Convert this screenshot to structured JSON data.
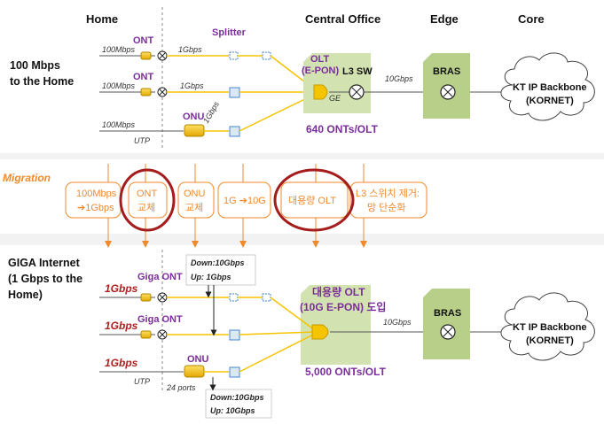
{
  "headers": {
    "home": "Home",
    "central_office": "Central Office",
    "edge": "Edge",
    "core": "Core"
  },
  "top": {
    "side_label_1": "100 Mbps",
    "side_label_2": "to the Home",
    "speed_100": "100Mbps",
    "speed_1g": "1Gbps",
    "speed_10g": "10Gbps",
    "ont": "ONT",
    "onu": "ONU",
    "utp": "UTP",
    "splitter": "Splitter",
    "olt_1": "OLT",
    "olt_2": "(E-PON)",
    "l3sw": "L3 SW",
    "ge": "GE",
    "bras": "BRAS",
    "count": "640 ONTs/OLT",
    "cloud_1": "KT IP Backbone",
    "cloud_2": "(KORNET)"
  },
  "migration": {
    "label": "Migration",
    "boxes": [
      {
        "line1": "100Mbps",
        "line2": "➔1Gbps"
      },
      {
        "line1": "ONT",
        "line2": "교체"
      },
      {
        "line1": "ONU",
        "line2": "교체"
      },
      {
        "line1": "1G ➔10G",
        "line2": ""
      },
      {
        "line1": "대용량 OLT",
        "line2": ""
      },
      {
        "line1": "L3 스위치 제거:",
        "line2": "망 단순화"
      }
    ],
    "colors": {
      "orange": "#f0892a",
      "red_circle": "#a51c1c"
    }
  },
  "bottom": {
    "side_label_1": "GIGA Internet",
    "side_label_2": "(1 Gbps to the",
    "side_label_3": "Home)",
    "speed_1g": "1Gbps",
    "giga_ont": "Giga ONT",
    "onu": "ONU",
    "utp": "UTP",
    "ports": "24 ports",
    "down_up_top_1": "Down:10Gbps",
    "down_up_top_2": "Up: 1Gbps",
    "down_up_bot_1": "Down:10Gbps",
    "down_up_bot_2": "Up: 10Gbps",
    "olt_1": "대용량 OLT",
    "olt_2": "(10G E-PON) 도입",
    "speed_10g": "10Gbps",
    "bras": "BRAS",
    "count": "5,000 ONTs/OLT",
    "cloud_1": "KT IP Backbone",
    "cloud_2": "(KORNET)"
  },
  "colors": {
    "fiber": "#f5c400",
    "purple": "#7b2d9c",
    "green": "#b8cf8a",
    "splitter": "#4a86c8"
  }
}
